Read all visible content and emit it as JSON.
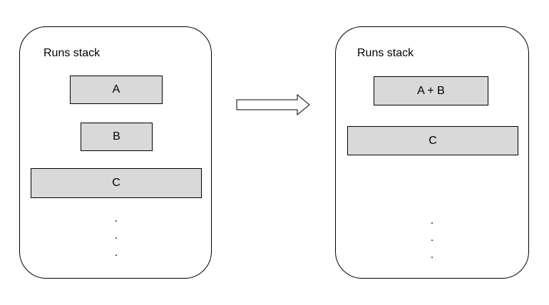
{
  "left_stack": {
    "title": "Runs stack",
    "runs": [
      "A",
      "B",
      "C"
    ],
    "continuation": ".\n.\n."
  },
  "right_stack": {
    "title": "Runs stack",
    "runs": [
      "A + B",
      "C"
    ],
    "continuation": ".\n.\n."
  },
  "transition_icon": "right-arrow-icon",
  "colors": {
    "run_fill": "#d9d9d9",
    "stroke": "#000000",
    "background": "#ffffff"
  }
}
